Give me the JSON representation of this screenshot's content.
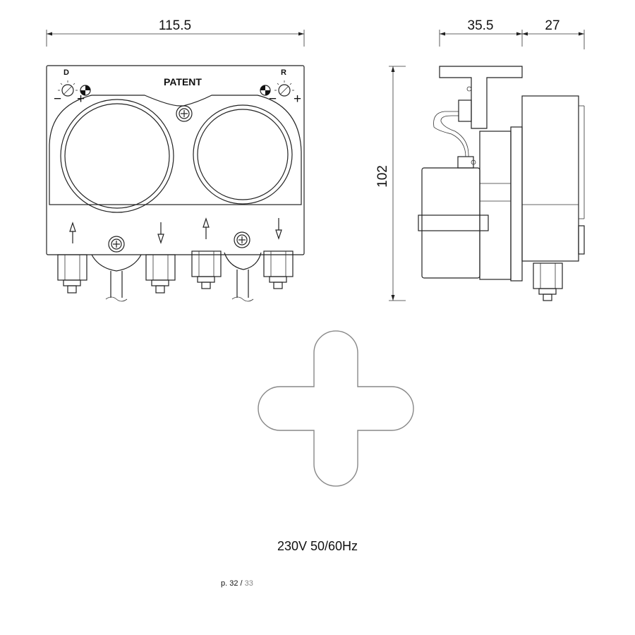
{
  "dimensions": {
    "width_front": "115.5",
    "depth_motor": "35.5",
    "depth_head": "27",
    "height": "102"
  },
  "front_labels": {
    "left_pump": "D",
    "right_pump": "R",
    "patent": "PATENT",
    "minus": "−",
    "plus": "+"
  },
  "footer": {
    "voltage": "230V 50/60Hz",
    "page_current": "p. 32",
    "page_sep": " / ",
    "page_total": "33"
  },
  "colors": {
    "line": "#222222",
    "cross_outline": "#888888",
    "page_total": "#888888"
  }
}
